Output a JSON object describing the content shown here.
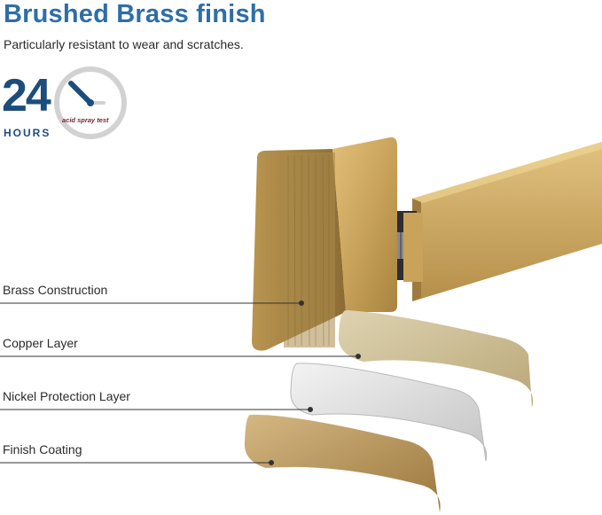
{
  "header": {
    "title": "Brushed Brass finish",
    "subtitle": "Particularly resistant to wear and scratches."
  },
  "badge": {
    "number": "24",
    "unit": "HOURS",
    "test": "acid spray test",
    "icon": "clock-icon"
  },
  "layers": [
    {
      "label": "Brass Construction"
    },
    {
      "label": "Copper Layer"
    },
    {
      "label": "Nickel Protection Layer"
    },
    {
      "label": "Finish Coating"
    }
  ],
  "colors": {
    "title": "#2e6ea6",
    "badge": "#1d4d7c",
    "brass": "#c9a35a",
    "copper": "#c8b88a",
    "nickel": "#d8d8d8",
    "finish": "#b8955a"
  }
}
